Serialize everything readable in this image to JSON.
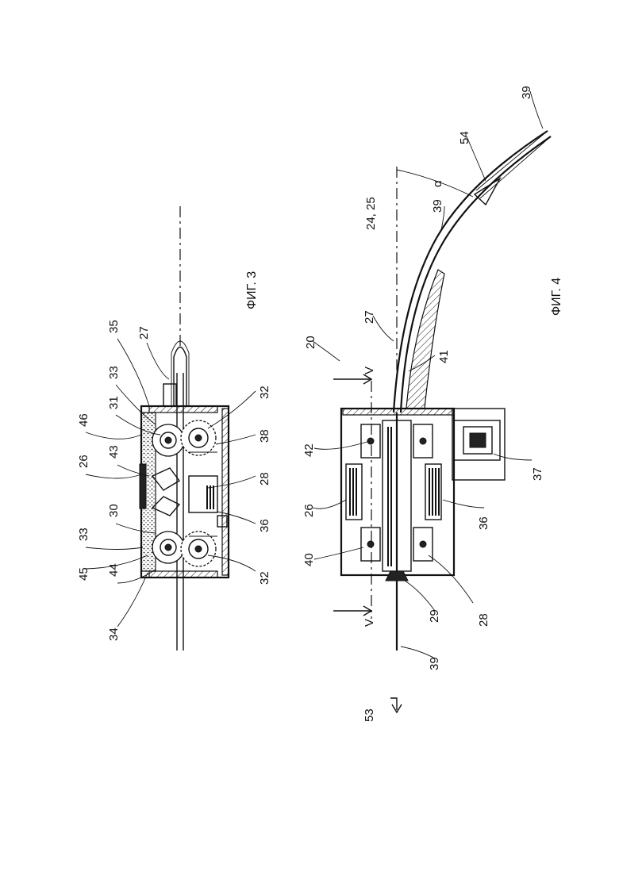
{
  "figures": {
    "fig3": {
      "caption": "ФИГ. 3",
      "labels": {
        "l35": "35",
        "l27": "27",
        "l33a": "33",
        "l31": "31",
        "l46": "46",
        "l43": "43",
        "l26": "26",
        "l30": "30",
        "l33b": "33",
        "l45": "45",
        "l44": "44",
        "l34": "34",
        "l32a": "32",
        "l38": "38",
        "l28": "28",
        "l36": "36",
        "l32b": "32"
      }
    },
    "fig4": {
      "caption": "ФИГ. 4",
      "labels": {
        "l39a": "39",
        "l54": "54",
        "l2425": "24, 25",
        "l39b": "39",
        "lalpha": "α",
        "l27": "27",
        "l20": "20",
        "lV1": "V",
        "l41": "41",
        "l42": "42",
        "l26": "26",
        "l40": "40",
        "lV2": "V",
        "l53": "53",
        "l29": "29",
        "l39c": "39",
        "l28": "28",
        "l36": "36",
        "l37": "37"
      }
    }
  }
}
